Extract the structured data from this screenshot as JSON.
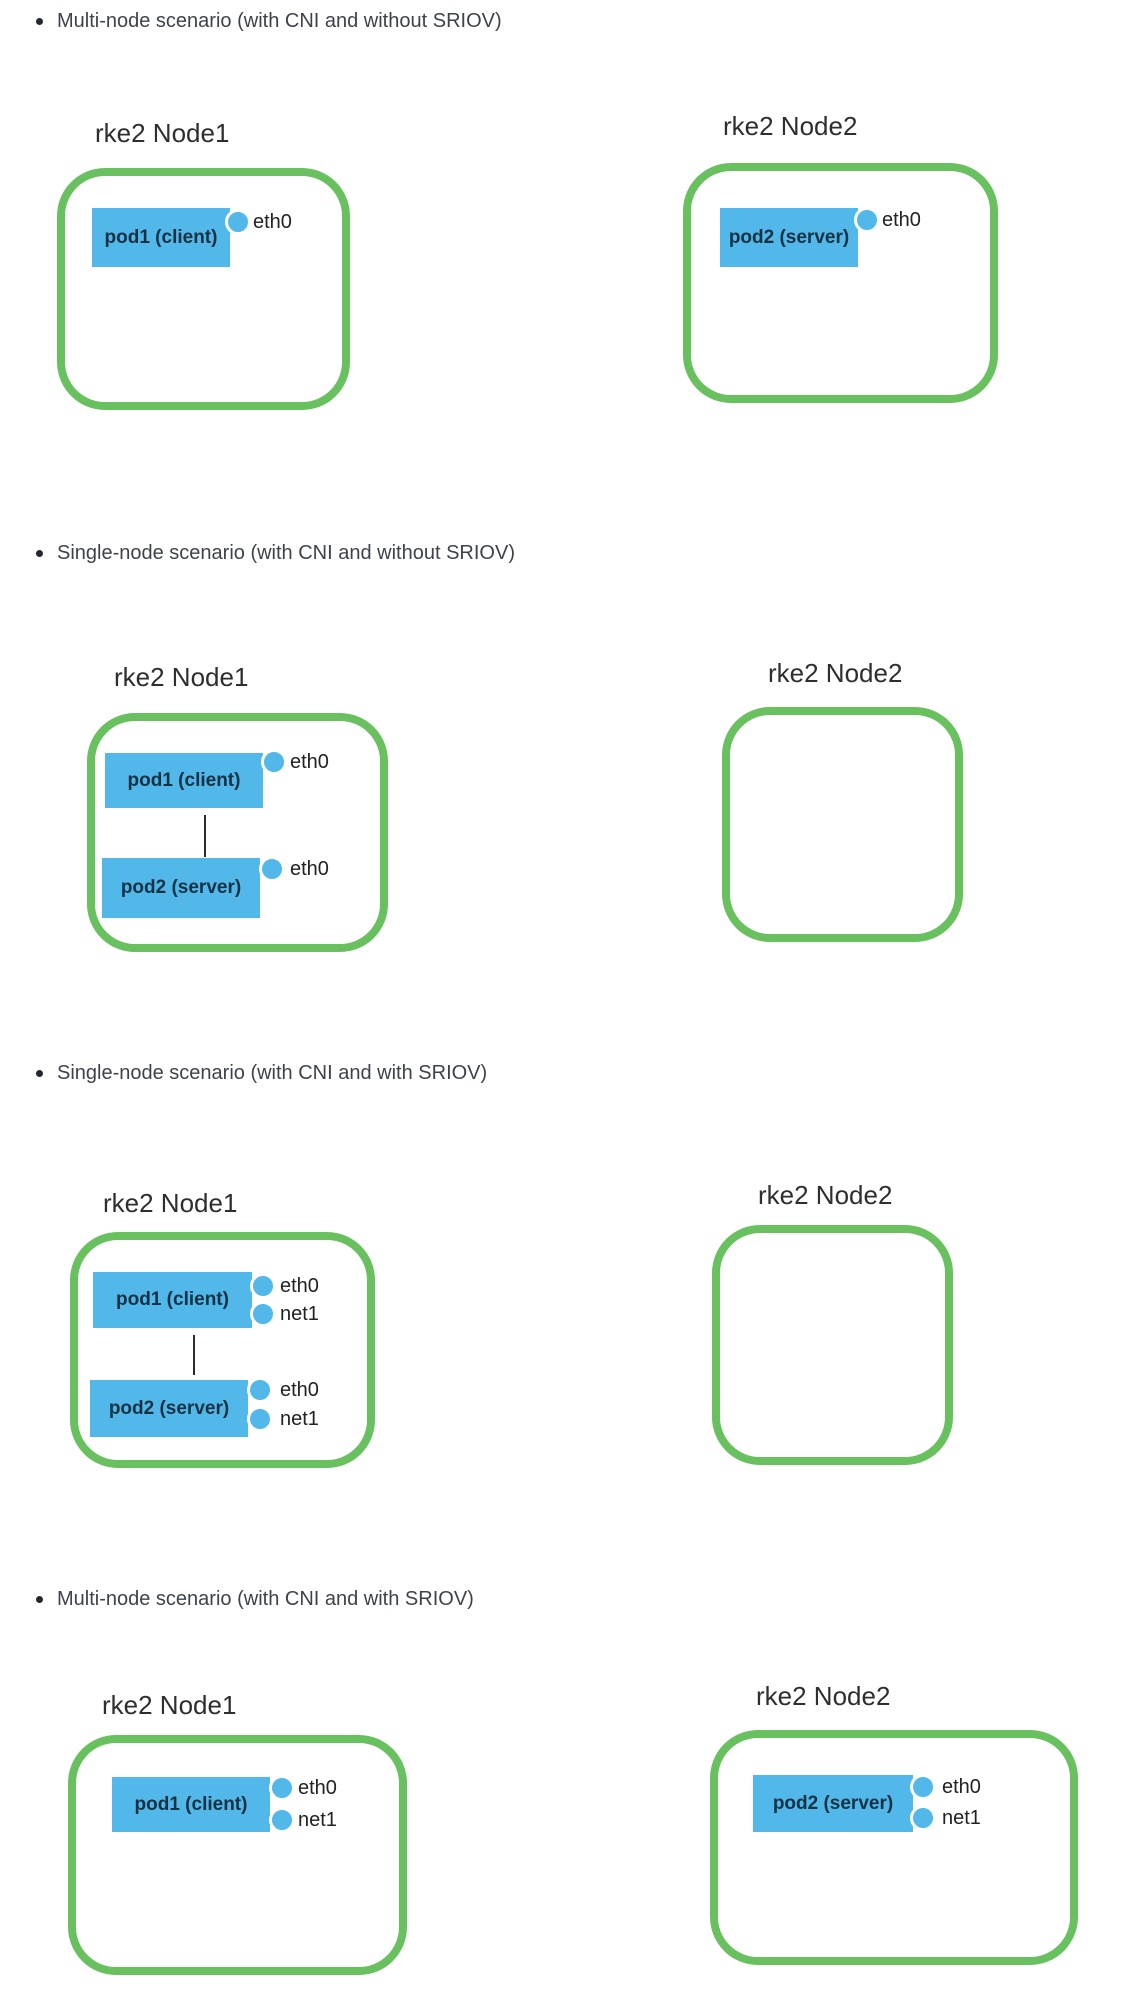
{
  "colors": {
    "accent_green": "#68c15e",
    "pod_blue": "#52b7e9"
  },
  "sections": [
    {
      "heading": "Multi-node scenario (with CNI and without SRIOV)",
      "nodes": [
        {
          "title": "rke2 Node1",
          "pods": [
            {
              "label": "pod1 (client)",
              "ports": [
                "eth0"
              ]
            }
          ]
        },
        {
          "title": "rke2 Node2",
          "pods": [
            {
              "label": "pod2 (server)",
              "ports": [
                "eth0"
              ]
            }
          ]
        }
      ]
    },
    {
      "heading": "Single-node scenario (with CNI and without SRIOV)",
      "nodes": [
        {
          "title": "rke2 Node1",
          "pods": [
            {
              "label": "pod1 (client)",
              "ports": [
                "eth0"
              ]
            },
            {
              "label": "pod2 (server)",
              "ports": [
                "eth0"
              ]
            }
          ]
        },
        {
          "title": "rke2 Node2",
          "pods": []
        }
      ]
    },
    {
      "heading": "Single-node scenario (with CNI and with SRIOV)",
      "nodes": [
        {
          "title": "rke2 Node1",
          "pods": [
            {
              "label": "pod1 (client)",
              "ports": [
                "eth0",
                "net1"
              ]
            },
            {
              "label": "pod2 (server)",
              "ports": [
                "eth0",
                "net1"
              ]
            }
          ]
        },
        {
          "title": "rke2 Node2",
          "pods": []
        }
      ]
    },
    {
      "heading": "Multi-node scenario (with CNI and with SRIOV)",
      "nodes": [
        {
          "title": "rke2 Node1",
          "pods": [
            {
              "label": "pod1 (client)",
              "ports": [
                "eth0",
                "net1"
              ]
            }
          ]
        },
        {
          "title": "rke2 Node2",
          "pods": [
            {
              "label": "pod2 (server)",
              "ports": [
                "eth0",
                "net1"
              ]
            }
          ]
        }
      ]
    }
  ]
}
